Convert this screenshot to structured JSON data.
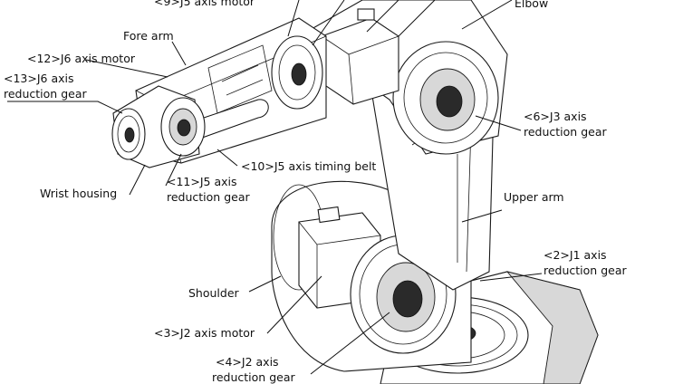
{
  "labels": {
    "j5_motor": "<9>J5 axis motor",
    "elbow": "Elbow",
    "fore_arm": "Fore arm",
    "j6_motor": "<12>J6 axis motor",
    "j6_gear_l1": "<13>J6 axis",
    "j6_gear_l2": "reduction gear",
    "j3_gear_l1": "<6>J3 axis",
    "j3_gear_l2": "reduction gear",
    "j5_belt": "<10>J5 axis timing belt",
    "j5_gear_l1": "<11>J5 axis",
    "j5_gear_l2": "reduction gear",
    "wrist": "Wrist housing",
    "upper_arm": "Upper arm",
    "j1_gear_l1": "<2>J1 axis",
    "j1_gear_l2": "reduction gear",
    "shoulder": "Shoulder",
    "j2_motor": "<3>J2 axis motor",
    "j2_gear_l1": "<4>J2 axis",
    "j2_gear_l2": "reduction gear"
  }
}
